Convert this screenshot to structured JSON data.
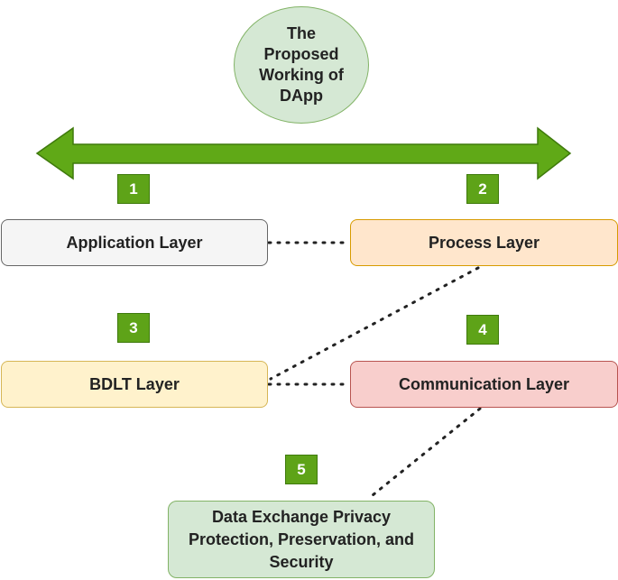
{
  "diagram": {
    "title": "The Proposed Working of DApp",
    "arrow": {
      "type": "double-headed",
      "color": "#60a917"
    },
    "layers": {
      "application": {
        "number": "1",
        "label": "Application Layer",
        "fill": "#f5f5f5",
        "stroke": "#666666"
      },
      "process": {
        "number": "2",
        "label": "Process Layer",
        "fill": "#ffe6cc",
        "stroke": "#d79b00"
      },
      "bdlt": {
        "number": "3",
        "label": "BDLT Layer",
        "fill": "#fff2cc",
        "stroke": "#d6b656"
      },
      "communication": {
        "number": "4",
        "label": "Communication Layer",
        "fill": "#f8cecc",
        "stroke": "#b85450"
      },
      "privacy": {
        "number": "5",
        "label": "Data Exchange Privacy Protection, Preservation, and Security",
        "fill": "#d5e8d4",
        "stroke": "#82b366"
      }
    },
    "badge_color": "#60a917",
    "connectors": [
      {
        "from": "application",
        "to": "process",
        "style": "dotted"
      },
      {
        "from": "process",
        "to": "bdlt",
        "style": "dotted"
      },
      {
        "from": "bdlt",
        "to": "communication",
        "style": "dotted"
      },
      {
        "from": "communication",
        "to": "privacy",
        "style": "dotted"
      }
    ]
  }
}
